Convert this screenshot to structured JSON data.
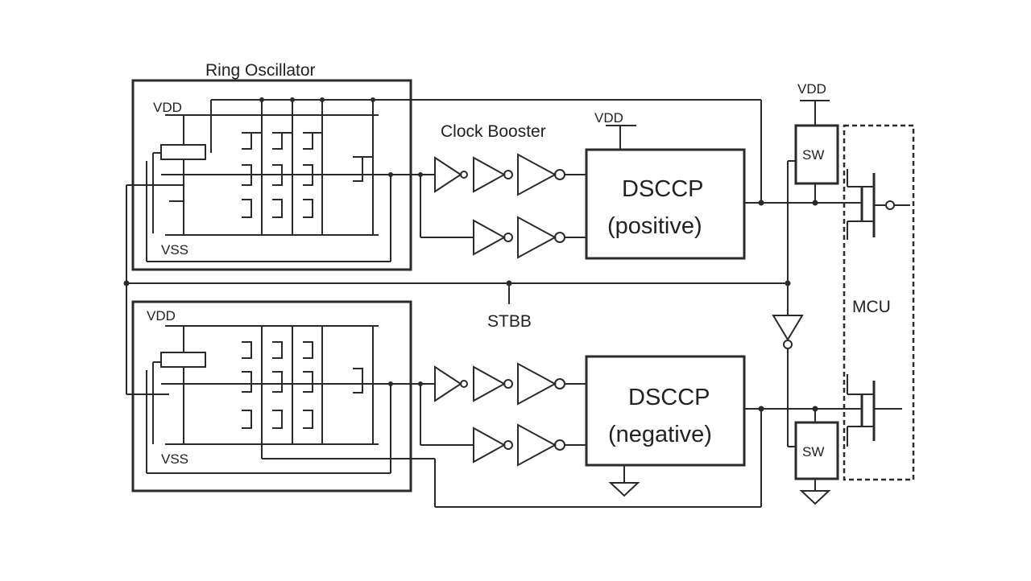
{
  "labels": {
    "ring_oscillator": "Ring Oscillator",
    "clock_booster": "Clock Booster",
    "vdd": "VDD",
    "vss": "VSS",
    "stbb": "STBB",
    "dsccp": "DSCCP",
    "positive": "(positive)",
    "negative": "(negative)",
    "sw": "SW",
    "mcu": "MCU"
  },
  "colors": {
    "background": "#ffffff",
    "line": "#2a2a2a"
  }
}
